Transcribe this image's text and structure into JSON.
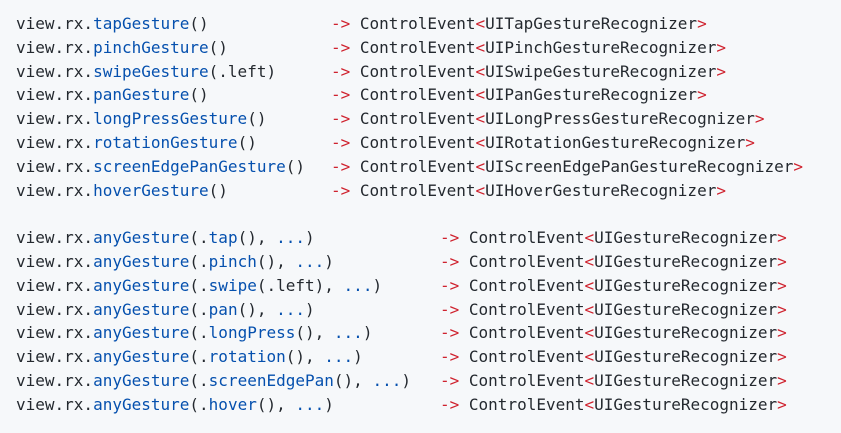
{
  "tokens": {
    "receiver": "view.rx.",
    "any_gesture": "anyGesture",
    "open_paren": "(",
    "close_paren": ")",
    "empty_call": "()",
    "separator": ", ",
    "spread": "...",
    "arrow": "->",
    "control_event": "ControlEvent",
    "lt": "<",
    "gt": ">",
    "generic_recognizer": "UIGestureRecognizer"
  },
  "single_gestures": [
    {
      "method": "tapGesture",
      "args": "()",
      "recognizer": "UITapGestureRecognizer"
    },
    {
      "method": "pinchGesture",
      "args": "()",
      "recognizer": "UIPinchGestureRecognizer"
    },
    {
      "method": "swipeGesture",
      "args": "(.left)",
      "recognizer": "UISwipeGestureRecognizer"
    },
    {
      "method": "panGesture",
      "args": "()",
      "recognizer": "UIPanGestureRecognizer"
    },
    {
      "method": "longPressGesture",
      "args": "()",
      "recognizer": "UILongPressGestureRecognizer"
    },
    {
      "method": "rotationGesture",
      "args": "()",
      "recognizer": "UIRotationGestureRecognizer"
    },
    {
      "method": "screenEdgePanGesture",
      "args": "()",
      "recognizer": "UIScreenEdgePanGestureRecognizer"
    },
    {
      "method": "hoverGesture",
      "args": "()",
      "recognizer": "UIHoverGestureRecognizer"
    }
  ],
  "any_gestures": [
    {
      "dot": ".",
      "factory": "tap",
      "args": "()"
    },
    {
      "dot": ".",
      "factory": "pinch",
      "args": "()"
    },
    {
      "dot": ".",
      "factory": "swipe",
      "args": "(.left)"
    },
    {
      "dot": ".",
      "factory": "pan",
      "args": "()"
    },
    {
      "dot": ".",
      "factory": "longPress",
      "args": "()"
    },
    {
      "dot": ".",
      "factory": "rotation",
      "args": "()"
    },
    {
      "dot": ".",
      "factory": "screenEdgePan",
      "args": "()"
    },
    {
      "dot": ".",
      "factory": "hover",
      "args": "()"
    }
  ],
  "colors": {
    "background": "#f6f8fa",
    "plain_text": "#24292f",
    "function_name": "#0550ae",
    "arrow_and_angles": "#cf222e"
  }
}
